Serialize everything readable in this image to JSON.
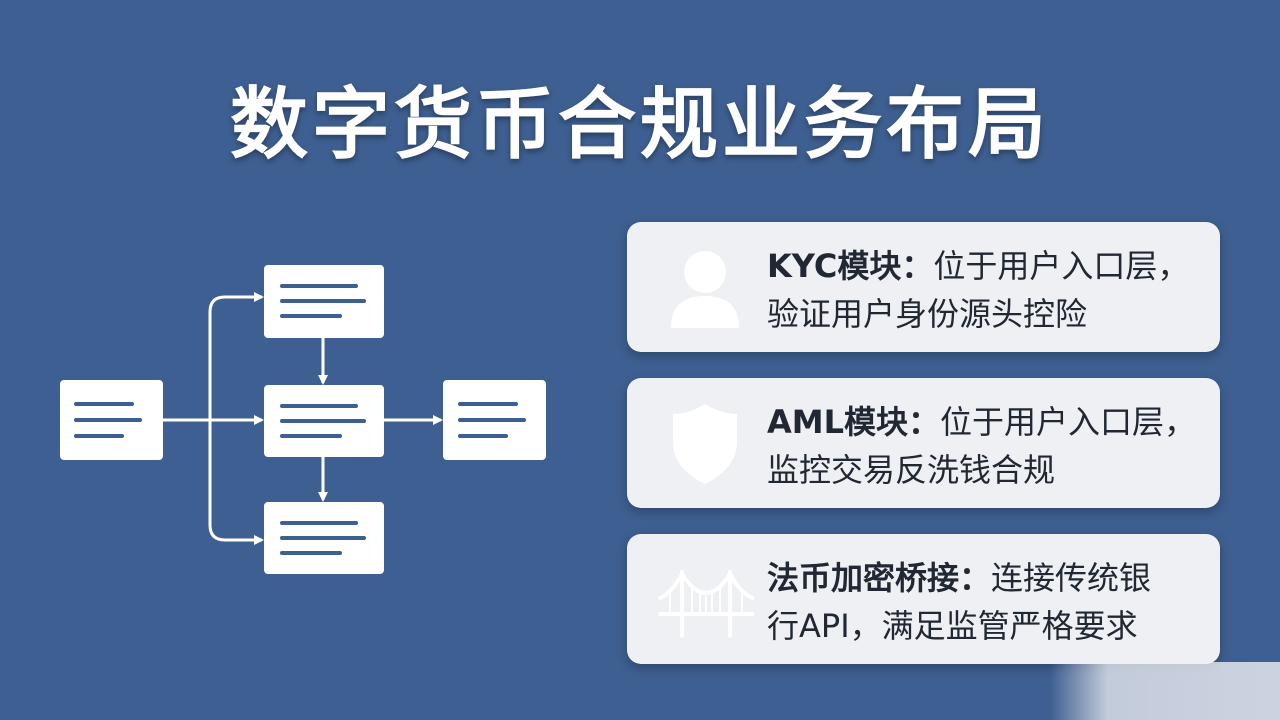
{
  "title": "数字货币合规业务布局",
  "cards": [
    {
      "heading": "KYC模块：",
      "line1_rest": "位于用户入口层，",
      "line2": "验证用户身份源头控险",
      "icon": "user-icon"
    },
    {
      "heading": "AML模块：",
      "line1_rest": "位于用户入口层，",
      "line2": "监控交易反洗钱合规",
      "icon": "shield-icon"
    },
    {
      "heading": "法币加密桥接：",
      "line1_rest": "连接传统银",
      "line2": "行API，满足监管严格要求",
      "icon": "bridge-icon"
    }
  ],
  "colors": {
    "background": "#3e5f91",
    "node_fill": "#ffffff",
    "node_lines": "#3e5f91",
    "card_fill": "#eef0f4",
    "text_dark": "#222833"
  }
}
